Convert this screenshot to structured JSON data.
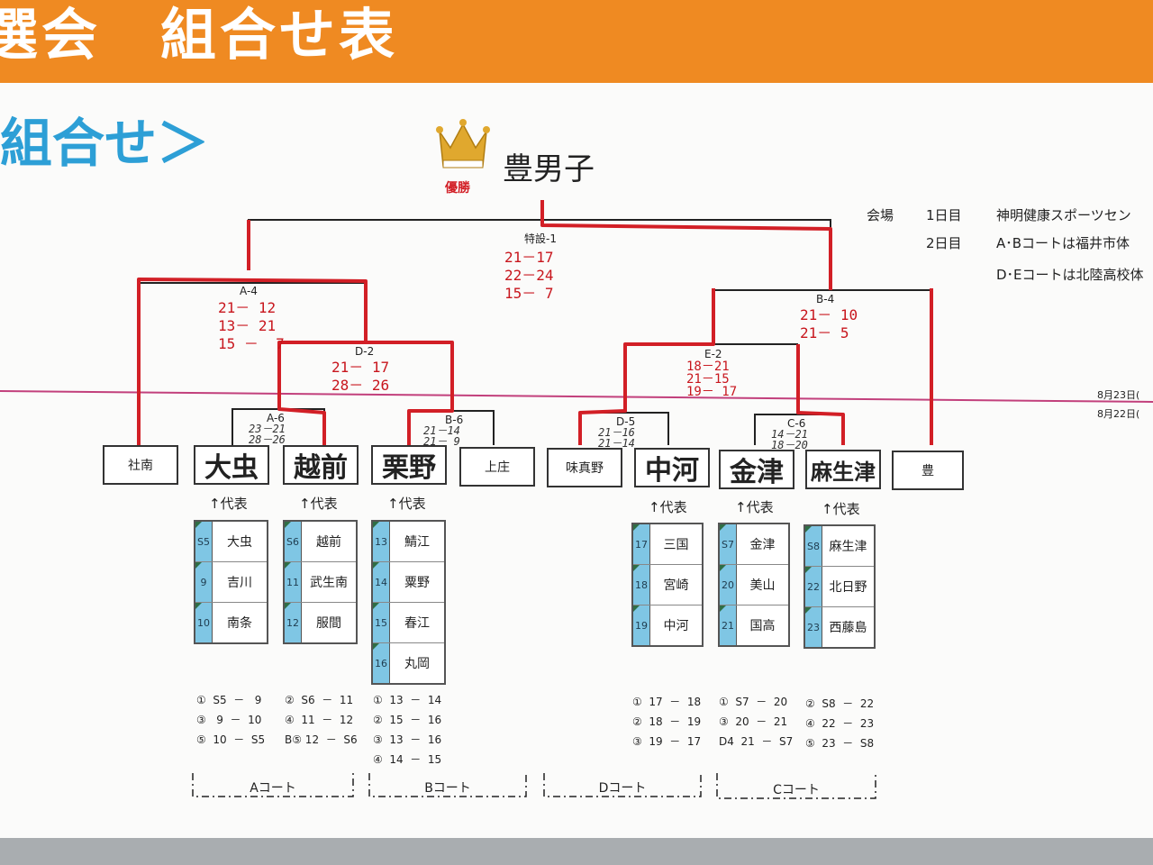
{
  "header": {
    "banner_title": "選会　組合せ表",
    "section_title": "組合せ＞"
  },
  "champion": {
    "crown_label": "優勝",
    "name": "豊男子"
  },
  "venue": {
    "label": "会場",
    "day1": "1日目",
    "day1_place": "神明健康スポーツセン",
    "day2": "2日目",
    "day2_place_ab": "A･Bコートは福井市体",
    "day2_place_de": "D･Eコートは北陸高校体"
  },
  "dates": {
    "d1": "8月23日(",
    "d2": "8月22日("
  },
  "matches": {
    "final": {
      "label": "特設-1",
      "score": "21－17\n22－24\n15－ 7"
    },
    "a4": {
      "label": "A-4",
      "score": "21－ 12\n13－ 21\n15 －  7"
    },
    "d2": {
      "label": "D-2",
      "score": "21－ 17\n28－ 26"
    },
    "b4": {
      "label": "B-4",
      "score": "21－ 10\n21－ 5"
    },
    "e2": {
      "label": "E-2",
      "score": "18－21\n21－15\n19－ 17"
    },
    "a6": {
      "label": "A-6",
      "score": "23－21\n28－26"
    },
    "b6": {
      "label": "B-6",
      "score": "21－14\n21－ 9"
    },
    "d5": {
      "label": "D-5",
      "score": "21－16\n21－14"
    },
    "c6": {
      "label": "C-6",
      "score": "14－21\n18－20"
    }
  },
  "teams": [
    "社南",
    "大虫",
    "越前",
    "栗野",
    "上庄",
    "味真野",
    "中河",
    "金津",
    "麻生津",
    "豊"
  ],
  "rep_label": "↑代表",
  "lists": [
    {
      "rows": [
        {
          "seed": "S5",
          "team": "大虫"
        },
        {
          "seed": "9",
          "team": "吉川"
        },
        {
          "seed": "10",
          "team": "南条"
        }
      ]
    },
    {
      "rows": [
        {
          "seed": "S6",
          "team": "越前"
        },
        {
          "seed": "11",
          "team": "武生南"
        },
        {
          "seed": "12",
          "team": "服間"
        }
      ]
    },
    {
      "rows": [
        {
          "seed": "13",
          "team": "鯖江"
        },
        {
          "seed": "14",
          "team": "粟野"
        },
        {
          "seed": "15",
          "team": "春江"
        },
        {
          "seed": "16",
          "team": "丸岡"
        }
      ]
    },
    {
      "rows": [
        {
          "seed": "17",
          "team": "三国"
        },
        {
          "seed": "18",
          "team": "宮崎"
        },
        {
          "seed": "19",
          "team": "中河"
        }
      ]
    },
    {
      "rows": [
        {
          "seed": "S7",
          "team": "金津"
        },
        {
          "seed": "20",
          "team": "美山"
        },
        {
          "seed": "21",
          "team": "国高"
        }
      ]
    },
    {
      "rows": [
        {
          "seed": "S8",
          "team": "麻生津"
        },
        {
          "seed": "22",
          "team": "北日野"
        },
        {
          "seed": "23",
          "team": "西藤島"
        }
      ]
    }
  ],
  "schedules": [
    "①  S5  －   9\n③   9  －  10\n⑤  10  －  S5",
    "②  S6  －  11\n④  11  －  12\nB⑤ 12  －  S6",
    "①  13  －  14\n②  15  －  16\n③  13  －  16\n④  14  －  15",
    "①  17  －  18\n②  18  －  19\n③  19  －  17",
    "①  S7  －  20\n③  20  －  21\nD4  21  －  S7",
    "②  S8  －  22\n④  22  －  23\n⑤  23  －  S8"
  ],
  "courts": [
    "Aコート",
    "Bコート",
    "Dコート",
    "Cコート"
  ],
  "colors": {
    "banner": "#ef8a22",
    "title": "#2d9fd6",
    "win_line": "#d21f26",
    "seed": "#7fc6e4"
  }
}
